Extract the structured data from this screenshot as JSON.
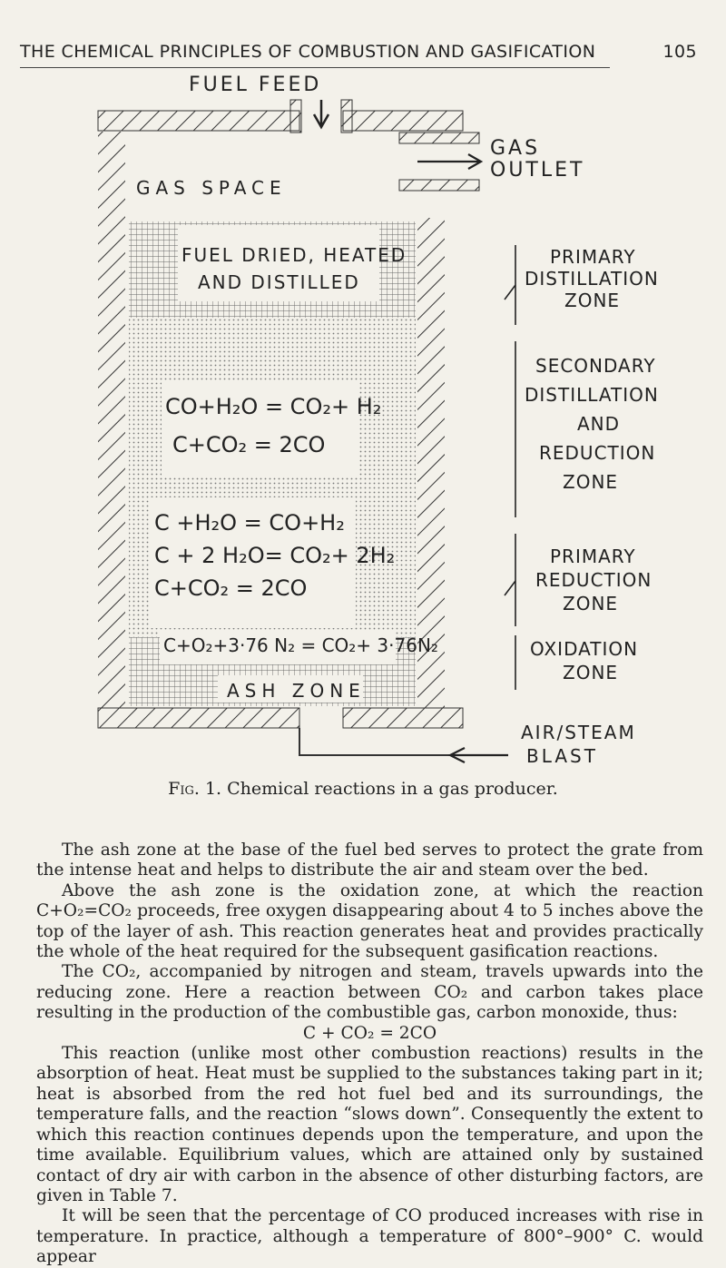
{
  "header": {
    "title": "THE CHEMICAL PRINCIPLES OF COMBUSTION AND GASIFICATION",
    "page_number": "105"
  },
  "figure": {
    "fuel_feed": "FUEL FEED",
    "gas_space": "GAS SPACE",
    "gas_outlet_line1": "GAS",
    "gas_outlet_line2": "OUTLET",
    "dried_line1": "FUEL DRIED, HEATED",
    "dried_line2": "AND DISTILLED",
    "eq1": "CO+H₂O = CO₂+ H₂",
    "eq2": "C+CO₂ = 2CO",
    "eq3": "C +H₂O = CO+H₂",
    "eq4": "C + 2 H₂O= CO₂+ 2H₂",
    "eq5": "C+CO₂ = 2CO",
    "eq6": "C+O₂+3·76 N₂ = CO₂+ 3·76N₂",
    "ash_zone": "ASH ZONE",
    "primary_dist_1": "PRIMARY",
    "primary_dist_2": "DISTILLATION",
    "primary_dist_3": "ZONE",
    "secondary_1": "SECONDARY",
    "secondary_2": "DISTILLATION",
    "secondary_3": "AND",
    "secondary_4": "REDUCTION",
    "secondary_5": "ZONE",
    "primary_red_1": "PRIMARY",
    "primary_red_2": "REDUCTION",
    "primary_red_3": "ZONE",
    "oxidation_1": "OXIDATION",
    "oxidation_2": "ZONE",
    "air_1": "AIR/STEAM",
    "air_2": "BLAST"
  },
  "caption": {
    "label": "Fig. 1.",
    "text": "Chemical reactions in a gas producer."
  },
  "body": {
    "p1": "The ash zone at the base of the fuel bed serves to protect the grate from the intense heat and helps to distribute the air and steam over the bed.",
    "p2": "Above the ash zone is the oxidation zone, at which the reaction C+O₂=CO₂ proceeds, free oxygen disappearing about 4 to 5 inches above the top of the layer of ash. This reaction generates heat and provides practically the whole of the heat required for the subsequent gasification reactions.",
    "p3": "The CO₂, accompanied by nitrogen and steam, travels upwards into the reducing zone. Here a reaction between CO₂ and carbon takes place resulting in the production of the combustible gas, carbon monoxide, thus:",
    "eq": "C + CO₂ = 2CO",
    "p4": "This reaction (unlike most other combustion reactions) results in the absorption of heat. Heat must be supplied to the substances taking part in it; heat is absorbed from the red hot fuel bed and its surroundings, the temperature falls, and the reaction “slows down”. Consequently the extent to which this reaction continues depends upon the temperature, and upon the time available. Equilibrium values, which are attained only by sustained contact of dry air with carbon in the absence of other disturbing factors, are given in Table 7.",
    "p5": "It will be seen that the percentage of CO produced increases with rise in temperature. In practice, although a temperature of 800°–900° C. would appear"
  }
}
